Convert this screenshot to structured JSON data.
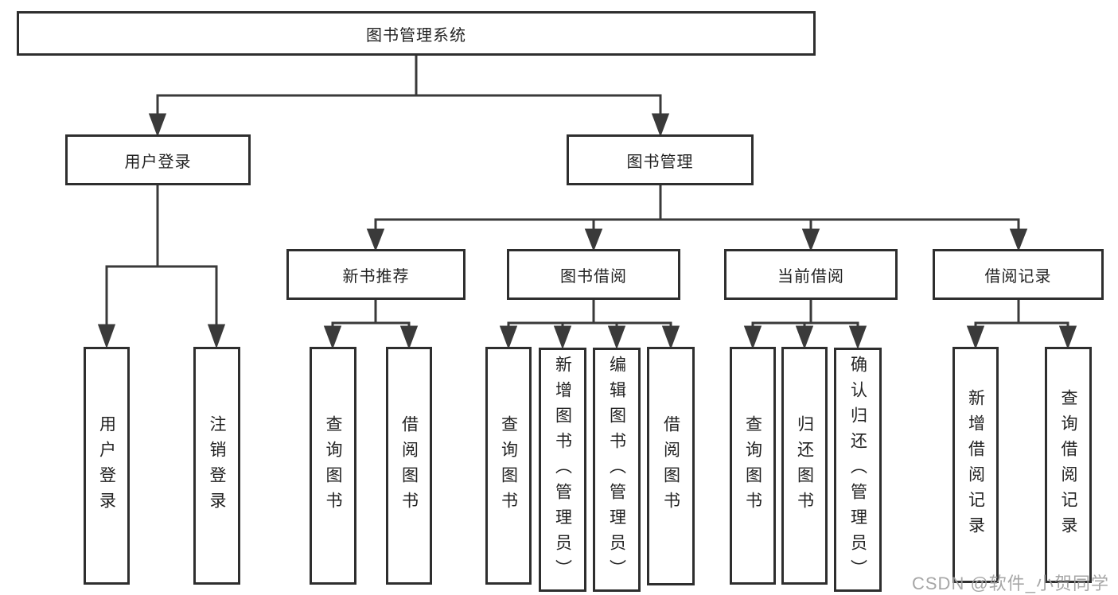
{
  "diagram": {
    "title": "图书管理系统",
    "root": {
      "label": "图书管理系统"
    },
    "branches": [
      {
        "label": "用户登录",
        "children": [
          {
            "label": "用户登录"
          },
          {
            "label": "注销登录"
          }
        ]
      },
      {
        "label": "图书管理",
        "children": [
          {
            "label": "新书推荐",
            "children": [
              {
                "label": "查询图书"
              },
              {
                "label": "借阅图书"
              }
            ]
          },
          {
            "label": "图书借阅",
            "children": [
              {
                "label": "查询图书"
              },
              {
                "label": "新增图书（管理员）"
              },
              {
                "label": "编辑图书（管理员）"
              },
              {
                "label": "借阅图书"
              }
            ]
          },
          {
            "label": "当前借阅",
            "children": [
              {
                "label": "查询图书"
              },
              {
                "label": "归还图书"
              },
              {
                "label": "确认归还（管理员）"
              }
            ]
          },
          {
            "label": "借阅记录",
            "children": [
              {
                "label": "新增借阅记录"
              },
              {
                "label": "查询借阅记录"
              }
            ]
          }
        ]
      }
    ],
    "watermark": "CSDN @软件_小贺同学",
    "colors": {
      "line": "#3a3a3a",
      "border": "#2e2e2e",
      "text": "#222222",
      "watermark": "#9e9e9e",
      "background": "#ffffff"
    }
  }
}
